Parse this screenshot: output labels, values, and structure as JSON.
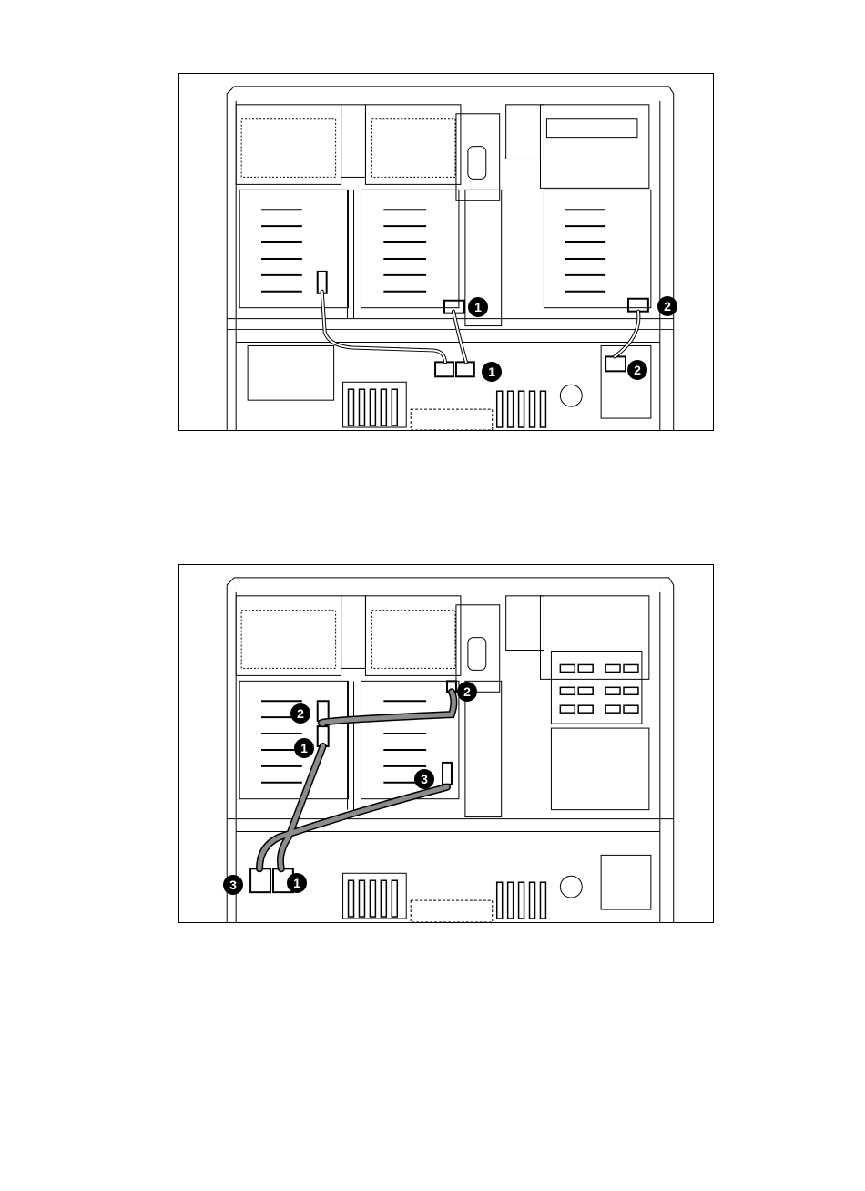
{
  "figures": [
    {
      "callouts": [
        "1",
        "2",
        "1",
        "2"
      ]
    },
    {
      "callouts": [
        "2",
        "2",
        "1",
        "3",
        "3",
        "1"
      ]
    }
  ]
}
